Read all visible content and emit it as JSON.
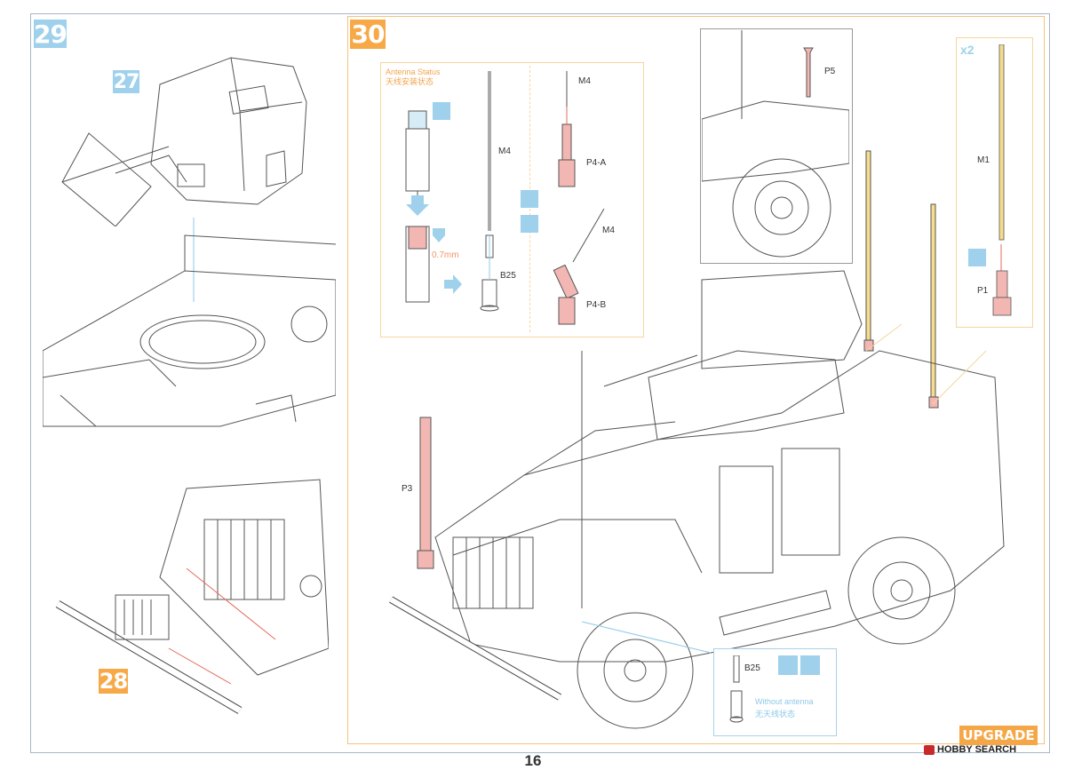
{
  "page": {
    "number": "16",
    "upgrade_badge": "UPGRADE",
    "watermark": "HOBBY SEARCH"
  },
  "steps": {
    "step29": "29",
    "step27": "27",
    "step28": "28",
    "step30": "30"
  },
  "antenna_status": {
    "title_en": "Antenna Status",
    "title_cn": "天线安装状态",
    "thickness": "0.7mm"
  },
  "parts": {
    "m4_a": "M4",
    "m4_b": "M4",
    "m4_c": "M4",
    "b25": "B25",
    "p4a": "P4-A",
    "p4b": "P4-B",
    "p5": "P5",
    "p3": "P3",
    "p1": "P1",
    "m1": "M1",
    "x2": "x2",
    "b25_bottom": "B25"
  },
  "without_antenna": {
    "en": "Without antenna",
    "cn": "无天线状态"
  },
  "colors": {
    "step_blue": "#9fd1ec",
    "step_orange": "#f7a947",
    "part_pink": "#f3b7b3",
    "part_yellow": "#f7dc8c",
    "line_blue": "#8ec8e8"
  }
}
